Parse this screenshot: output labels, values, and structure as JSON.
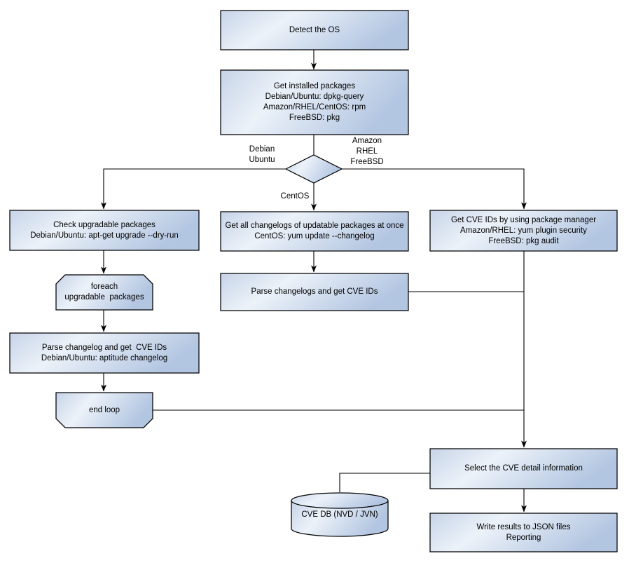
{
  "flowchart": {
    "nodes": {
      "detect_os": "Detect the OS",
      "get_installed_packages": "Get installed packages\nDebian/Ubuntu: dpkg-query\nAmazon/RHEL/CentOS: rpm\nFreeBSD: pkg",
      "check_upgradable_packages": "Check upgradable packages\nDebian/Ubuntu: apt-get upgrade --dry-run",
      "foreach_loop_start": "foreach\nupgradable  packages",
      "parse_changelog_left": "Parse changelog and get  CVE IDs\nDebian/Ubuntu: aptitude changelog",
      "end_loop": "end loop",
      "get_all_changelogs": "Get all changelogs of updatable packages at once\nCentOS: yum update --changelog",
      "parse_changelogs_mid": "Parse changelogs and get CVE IDs",
      "get_cve_ids_pkg_manager": "Get CVE IDs by using package manager\nAmazon/RHEL: yum plugin security\nFreeBSD: pkg audit",
      "select_cve_detail": "Select the CVE detail information",
      "cve_db": "CVE DB (NVD / JVN)",
      "write_results": "Write results to JSON files\nReporting"
    },
    "branch_labels": {
      "debian_ubuntu": "Debian\nUbuntu",
      "amazon_rhel_freebsd": "Amazon\nRHEL\nFreeBSD",
      "centos": "CentOS"
    },
    "colors": {
      "background": "#ffffff",
      "node_fill_start": "#c7d4e8",
      "node_fill_mid": "#ecf2f9",
      "node_fill_end": "#b2c5e1",
      "node_border": "#000000",
      "connector": "#000000",
      "text": "#000000"
    }
  }
}
